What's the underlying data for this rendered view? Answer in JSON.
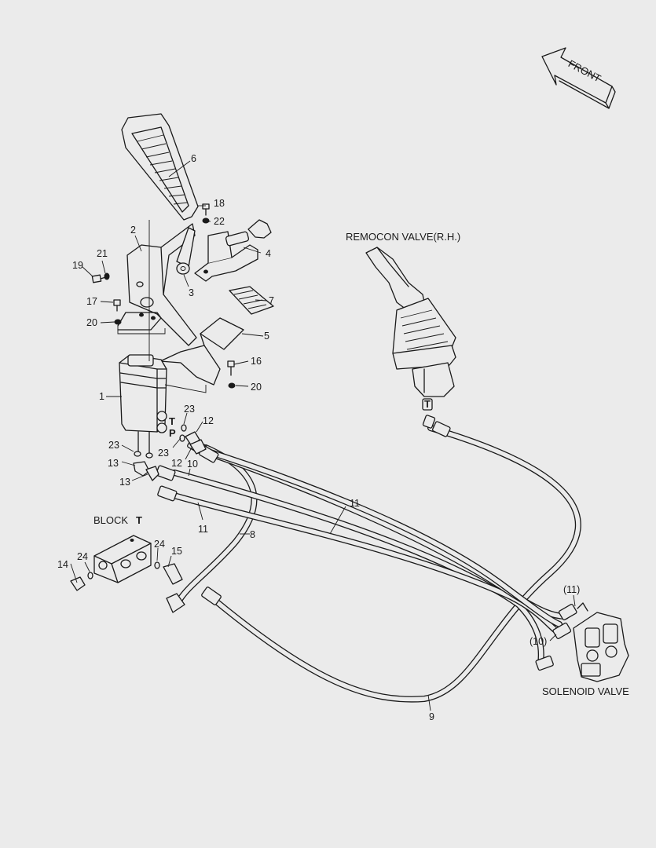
{
  "front_arrow": {
    "label": "FRONT"
  },
  "labels": {
    "remocon_valve": "REMOCON VALVE(R.H.)",
    "solenoid_valve": "SOLENOID VALVE",
    "block": "BLOCK",
    "block_port": "T"
  },
  "ports": {
    "t_upper": "T",
    "p": "P",
    "t_remocon": "T"
  },
  "callouts": {
    "c1": "1",
    "c2": "2",
    "c3": "3",
    "c4": "4",
    "c5": "5",
    "c6": "6",
    "c7": "7",
    "c8": "8",
    "c9": "9",
    "c10": "10",
    "c11a": "11",
    "c11b": "11",
    "c12a": "12",
    "c12b": "12",
    "c13a": "13",
    "c13b": "13",
    "c14": "14",
    "c15": "15",
    "c16": "16",
    "c17": "17",
    "c18": "18",
    "c19": "19",
    "c20a": "20",
    "c20b": "20",
    "c21": "21",
    "c22": "22",
    "c23a": "23",
    "c23b": "23",
    "c23c": "23",
    "c24a": "24",
    "c24b": "24",
    "c10p": "(10)",
    "c11p": "(11)"
  },
  "colors": {
    "background": "#ebebeb",
    "ink": "#1a1a1a"
  }
}
